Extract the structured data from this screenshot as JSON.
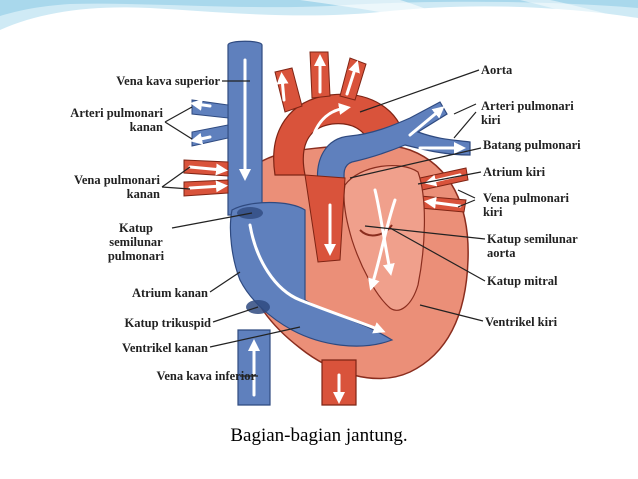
{
  "labels": {
    "vena_kava_superior": "Vena kava superior",
    "arteri_pulmonari_kanan_1": "Arteri pulmonari",
    "arteri_pulmonari_kanan_2": "kanan",
    "vena_pulmonari_kanan_1": "Vena pulmonari",
    "vena_pulmonari_kanan_2": "kanan",
    "katup_semilunar_pulmonari_1": "Katup",
    "katup_semilunar_pulmonari_2": "semilunar",
    "katup_semilunar_pulmonari_3": "pulmonari",
    "atrium_kanan": "Atrium kanan",
    "katup_trikuspid": "Katup trikuspid",
    "ventrikel_kanan": "Ventrikel kanan",
    "vena_kava_inferior": "Vena kava inferior",
    "aorta": "Aorta",
    "arteri_pulmonari_kiri_1": "Arteri pulmonari",
    "arteri_pulmonari_kiri_2": "kiri",
    "batang_pulmonari": "Batang pulmonari",
    "atrium_kiri": "Atrium kiri",
    "vena_pulmonari_kiri_1": "Vena pulmonari",
    "vena_pulmonari_kiri_2": "kiri",
    "katup_semilunar_aorta_1": "Katup semilunar",
    "katup_semilunar_aorta_2": "aorta",
    "katup_mitral": "Katup mitral",
    "ventrikel_kiri": "Ventrikel kiri"
  },
  "caption": "Bagian-bagian jantung.",
  "colors": {
    "oxygen_rich": "#d9533b",
    "oxygen_poor": "#5f80bd",
    "myocardium": "#eb8f78",
    "slide_wave": "#bfe3f2"
  }
}
